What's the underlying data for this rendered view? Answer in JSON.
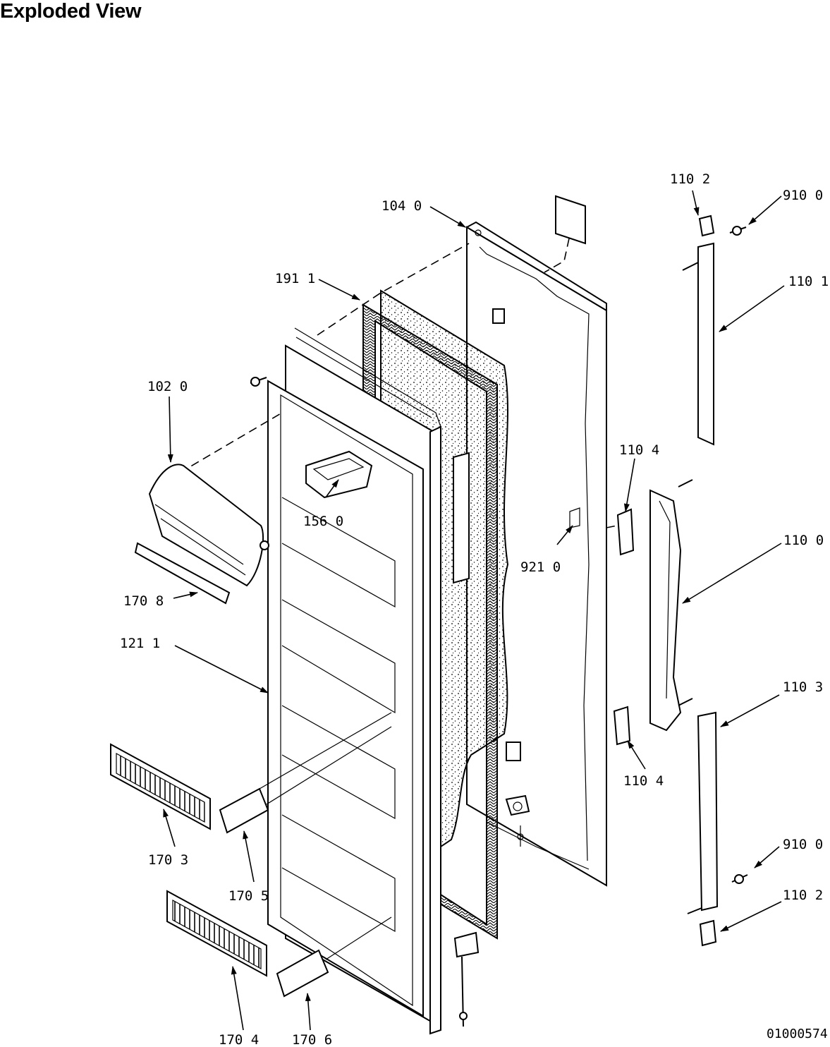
{
  "page": {
    "title": "Exploded View",
    "diagram_number": "01000574"
  },
  "callouts": [
    {
      "id": "c-104-0",
      "label": "104  0"
    },
    {
      "id": "c-191-1",
      "label": "191  1"
    },
    {
      "id": "c-102-0",
      "label": "102  0"
    },
    {
      "id": "c-156-0",
      "label": "156  0"
    },
    {
      "id": "c-170-8",
      "label": "170  8"
    },
    {
      "id": "c-121-1",
      "label": "121  1"
    },
    {
      "id": "c-921-0",
      "label": "921  0"
    },
    {
      "id": "c-110-2-top",
      "label": "110  2"
    },
    {
      "id": "c-910-0-top",
      "label": "910  0"
    },
    {
      "id": "c-110-1",
      "label": "110  1"
    },
    {
      "id": "c-110-4-top",
      "label": "110  4"
    },
    {
      "id": "c-110-0",
      "label": "110  0"
    },
    {
      "id": "c-110-3",
      "label": "110  3"
    },
    {
      "id": "c-110-4-bottom",
      "label": "110  4"
    },
    {
      "id": "c-910-0-bottom",
      "label": "910  0"
    },
    {
      "id": "c-110-2-bottom",
      "label": "110  2"
    },
    {
      "id": "c-170-3",
      "label": "170  3"
    },
    {
      "id": "c-170-5",
      "label": "170  5"
    },
    {
      "id": "c-170-4",
      "label": "170  4"
    },
    {
      "id": "c-170-6",
      "label": "170  6"
    }
  ]
}
